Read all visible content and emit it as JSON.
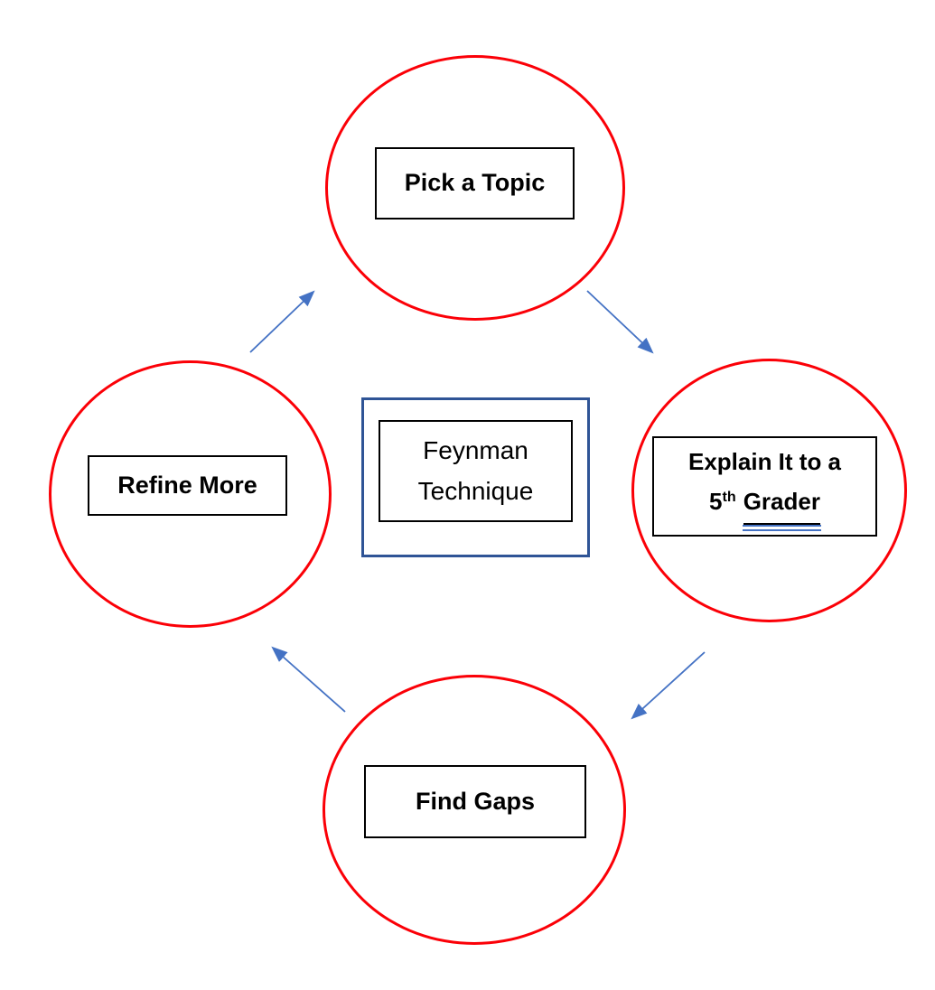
{
  "colors": {
    "circle_red": "#fb0007",
    "arrow_blue": "#4472c4",
    "center_border_blue": "#2f5496",
    "box_border_black": "#000000",
    "background": "#ffffff"
  },
  "center": {
    "line1": "Feynman",
    "line2": "Technique"
  },
  "nodes": {
    "top": {
      "label": "Pick a Topic"
    },
    "right": {
      "line1": "Explain It to a",
      "number": "5",
      "ordinal_suffix": "th",
      "underlined_word": "Grader"
    },
    "bottom": {
      "label": "Find Gaps"
    },
    "left": {
      "label": "Refine More"
    }
  }
}
